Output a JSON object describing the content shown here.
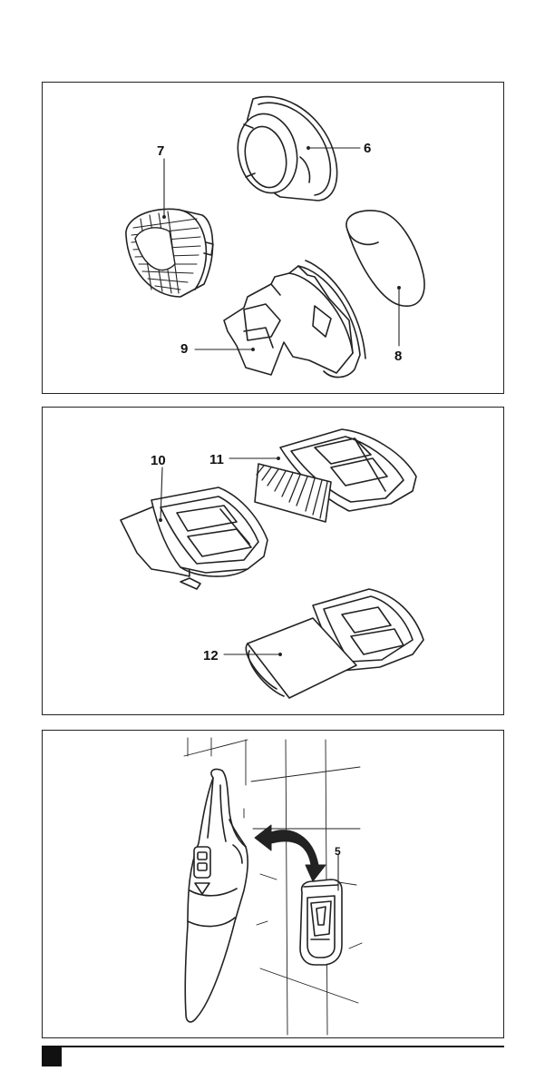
{
  "figure_a": {
    "callouts": {
      "p6": "6",
      "p7": "7",
      "p8": "8",
      "p9": "9"
    }
  },
  "figure_b": {
    "callouts": {
      "p10": "10",
      "p11": "11",
      "p12": "12"
    }
  },
  "figure_c": {
    "callouts": {
      "p5": "5"
    }
  }
}
